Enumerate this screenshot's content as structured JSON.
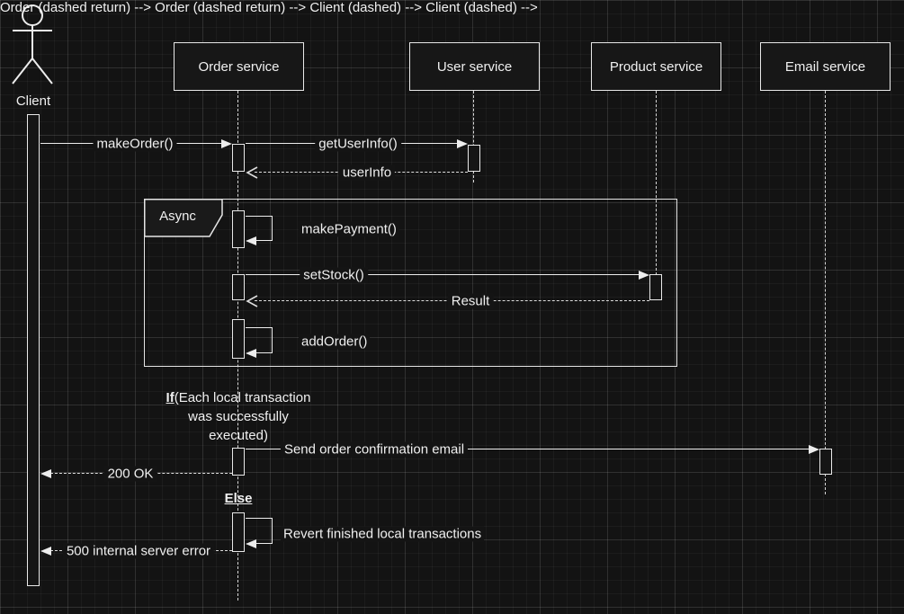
{
  "actor": {
    "label": "Client"
  },
  "lifelines": {
    "order": {
      "label": "Order service"
    },
    "user": {
      "label": "User service"
    },
    "product": {
      "label": "Product service"
    },
    "email": {
      "label": "Email service"
    }
  },
  "fragment": {
    "label": "Async"
  },
  "messages": {
    "make_order": "makeOrder()",
    "get_user_info": "getUserInfo()",
    "user_info": "userInfo",
    "make_payment": "makePayment()",
    "set_stock": "setStock()",
    "result": "Result",
    "add_order": "addOrder()",
    "send_email": "Send order confirmation email",
    "ok": "200 OK",
    "revert": "Revert finished local transactions",
    "error": "500 internal server error"
  },
  "guards": {
    "if_keyword": "If",
    "if_line1": "(Each local transaction",
    "if_line2": "was successfully",
    "if_line3": "executed)",
    "else_keyword": "Else"
  },
  "colors": {
    "background": "#131313",
    "stroke": "#ededed",
    "text": "#f0f0f0"
  }
}
